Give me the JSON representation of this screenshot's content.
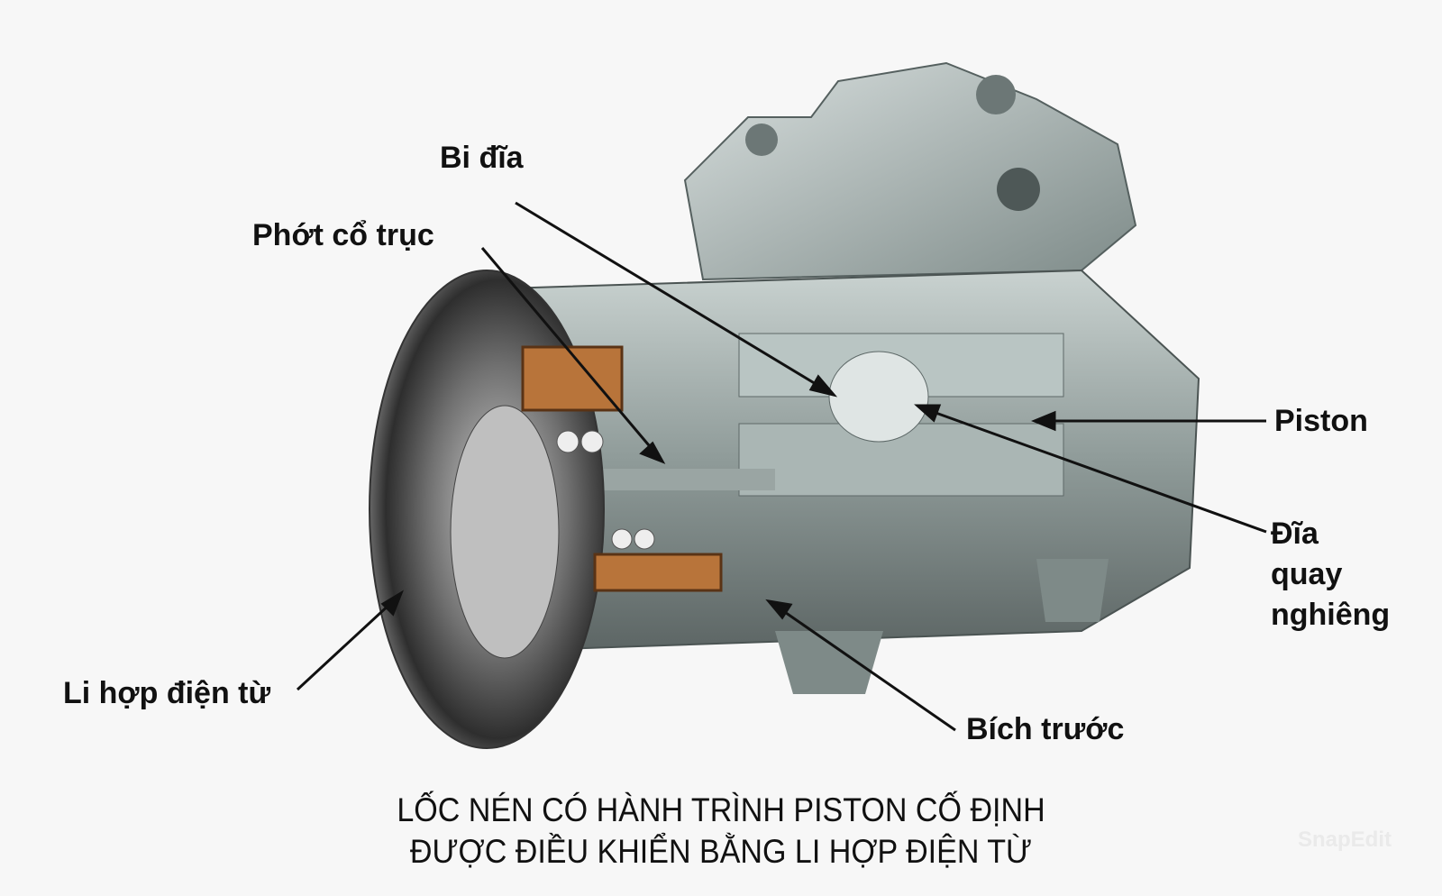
{
  "labels": {
    "bi_dia": "Bi đĩa",
    "phot_co_truc": "Phớt cổ trục",
    "piston": "Piston",
    "dia_quay_nghieng": [
      "Đĩa",
      "quay",
      "nghiêng"
    ],
    "li_hop_dien_tu": "Li hợp điện từ",
    "bich_truoc": "Bích trước"
  },
  "title": [
    "LỐC NÉN CÓ HÀNH TRÌNH PISTON CỐ ĐỊNH",
    "ĐƯỢC ĐIỀU KHIỂN BẰNG LI HỢP ĐIỆN TỪ"
  ],
  "watermark": "SnapEdit"
}
